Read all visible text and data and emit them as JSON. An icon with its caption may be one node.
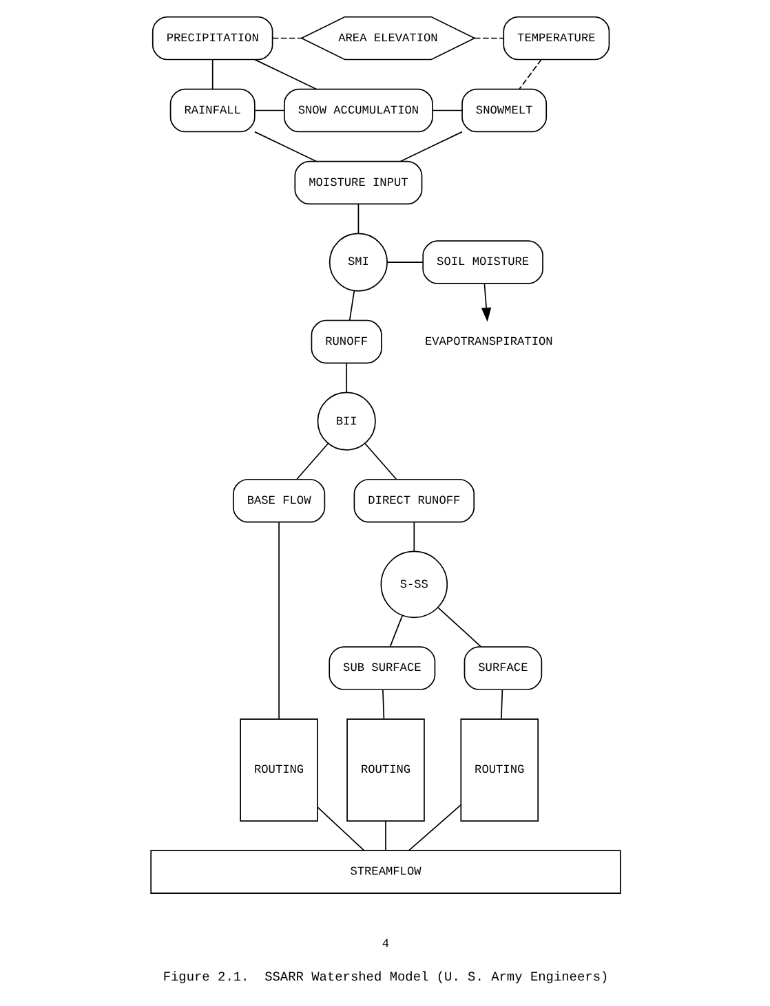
{
  "diagram": {
    "caption": "Figure 2.1.  SSARR Watershed Model (U. S. Army Engineers)",
    "nodes": [
      {
        "text": [
          "PRECIPITATION"
        ]
      },
      {
        "text": [
          "AREA ELEVATION"
        ]
      },
      {
        "text": [
          "TEMPERATURE"
        ]
      },
      {
        "text": [
          "RAINFALL"
        ]
      },
      {
        "text": [
          "SNOW ACCUMULATION"
        ]
      },
      {
        "text": [
          "SNOWMELT"
        ]
      },
      {
        "text": [
          "MOISTURE INPUT"
        ]
      },
      {
        "text": [
          "EVAPOTRANSPIRATION"
        ]
      },
      {
        "text": [
          "SMI"
        ]
      },
      {
        "text": [
          "SOIL MOISTURE"
        ]
      },
      {
        "text": [
          "RUNOFF"
        ]
      },
      {
        "text": [
          "BII"
        ]
      },
      {
        "text": [
          "BASE FLOW"
        ]
      },
      {
        "text": [
          "DIRECT RUNOFF"
        ]
      },
      {
        "text": [
          "S-SS"
        ]
      },
      {
        "text": [
          "SUB SURFACE"
        ]
      },
      {
        "text": [
          "SURFACE"
        ]
      },
      {
        "text": [
          "ROUTING"
        ]
      },
      {
        "text": [
          "ROUTING"
        ]
      },
      {
        "text": [
          "ROUTING"
        ]
      },
      {
        "text": [
          "STREAMFLOW"
        ]
      }
    ],
    "edges": [
      {
        "from": 0,
        "to": 1,
        "arrow": "none",
        "style": "dashed"
      },
      {
        "from": 1,
        "to": 2,
        "arrow": "none",
        "style": "dashed"
      },
      {
        "from": 0,
        "to": 3,
        "arrow": "none"
      },
      {
        "from": 0,
        "to": 4,
        "arrow": "none"
      },
      {
        "from": 2,
        "to": 5,
        "arrow": "none",
        "style": "dashed"
      },
      {
        "from": 3,
        "to": 4,
        "arrow": "none"
      },
      {
        "from": 4,
        "to": 5,
        "arrow": "none"
      },
      {
        "from": 3,
        "to": 6,
        "arrow": "none"
      },
      {
        "from": 5,
        "to": 6,
        "arrow": "none"
      },
      {
        "from": 6,
        "to": 8,
        "arrow": "none"
      },
      {
        "from": 8,
        "to": 9,
        "arrow": "none"
      },
      {
        "from": 9,
        "to": 7,
        "arrow": "to"
      },
      {
        "from": 8,
        "to": 10,
        "arrow": "none"
      },
      {
        "from": 10,
        "to": 11,
        "arrow": "none"
      },
      {
        "from": 11,
        "to": 12,
        "arrow": "none"
      },
      {
        "from": 11,
        "to": 13,
        "arrow": "none"
      },
      {
        "from": 13,
        "to": 14,
        "arrow": "none"
      },
      {
        "from": 14,
        "to": 15,
        "arrow": "none"
      },
      {
        "from": 14,
        "to": 16,
        "arrow": "none"
      },
      {
        "from": 12,
        "to": 17,
        "arrow": "none"
      },
      {
        "from": 15,
        "to": 18,
        "arrow": "none"
      },
      {
        "from": 16,
        "to": 19,
        "arrow": "none"
      },
      {
        "from": 17,
        "to": 20,
        "arrow": "none"
      },
      {
        "from": 18,
        "to": 20,
        "arrow": "none"
      },
      {
        "from": 19,
        "to": 20,
        "arrow": "none"
      }
    ],
    "labels": [
      "4"
    ]
  }
}
